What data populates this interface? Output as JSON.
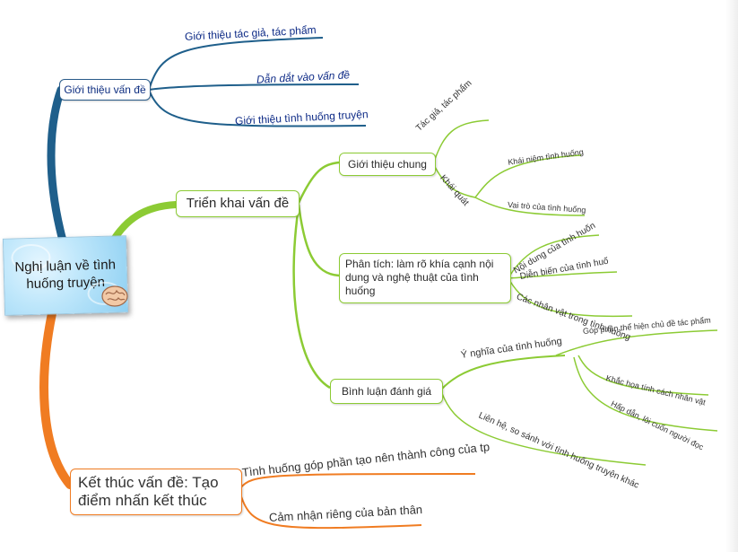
{
  "root": {
    "line1": "Nghị luận về tình",
    "line2": "huống truyện",
    "icon": "brain-icon"
  },
  "intro": {
    "title": "Giới thiệu vấn đề",
    "items": [
      "Giới thiệu tác giả, tác phẩm",
      "Dẫn dắt vào vấn đề",
      "Giới thiệu tình huống truyện"
    ]
  },
  "develop": {
    "title": "Triển khai vấn đề",
    "general": {
      "title": "Giới thiệu chung",
      "author_work": "Tác giả, tác phẩm",
      "overview": "Khái quát",
      "concept": "Khái niệm tình huống",
      "role": "Vai trò của tình huống"
    },
    "analysis": {
      "line1": "Phân tích: làm rõ khía cạnh nội",
      "line2": "dung và nghệ thuật của tình",
      "line3": "huống",
      "content": "Nội dung của tình huốn",
      "progress": "Diễn biến của tình huố",
      "characters": "Các nhân vật trong tình huống"
    },
    "evaluation": {
      "title": "Bình luận đánh giá",
      "meaning": "Ý nghĩa của tình huống",
      "theme": "Góp phần thể hiện chủ đề tác phẩm",
      "character_portrait": "Khắc họa tính cách nhân vật",
      "attraction": "Hấp dẫn, lôi cuốn người đọc",
      "compare": "Liên hệ, so sánh với tình huống truyện khác"
    }
  },
  "conclusion": {
    "line1": "Kết thúc vấn đề: Tạo",
    "line2": "điểm nhấn kết thúc",
    "items": [
      "Tình huống góp phần tạo nên thành công của tp",
      "Cảm nhận riêng của bản thân"
    ]
  },
  "colors": {
    "blue": "#1f5f8b",
    "green": "#8ccb34",
    "orange": "#f07c22"
  }
}
